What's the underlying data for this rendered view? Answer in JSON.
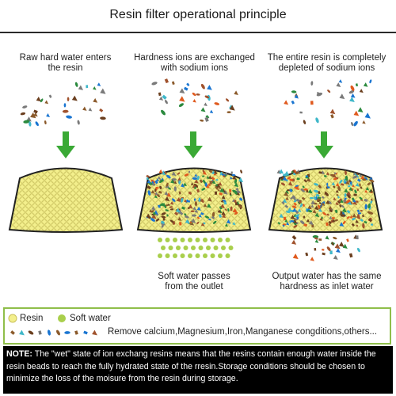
{
  "title": "Resin filter operational principle",
  "panels": [
    {
      "caption_top": [
        "Raw hard water enters",
        "the resin"
      ],
      "caption_bottom": []
    },
    {
      "caption_top": [
        "Hardness ions are exchanged",
        "with sodium ions"
      ],
      "caption_bottom": [
        "Soft water passes",
        "from the outlet"
      ]
    },
    {
      "caption_top": [
        "The entire resin is completely",
        "depleted of sodium ions"
      ],
      "caption_bottom": [
        "Output water has the same",
        "hardness as inlet water"
      ]
    }
  ],
  "legend": {
    "resin_label": "Resin",
    "soft_water_label": "Soft water",
    "ions_label": "Remove calcium,Magnesium,Iron,Manganese congditions,others..."
  },
  "note": {
    "prefix": "NOTE:",
    "text": " The \"wet\" state of ion exchang resins means that the resins contain enough water inside the resin beads to reach the fully hydrated state of the rresin.Storage conditions should be chosen to minimize the loss of the moisure from the resin during storage."
  },
  "colors": {
    "resin_fill": "#f3ef8c",
    "resin_outline": "#222222",
    "soft_water": "#a9cf4c",
    "arrow": "#3aa935",
    "legend_border": "#8fbe4a",
    "ion_colors": [
      "#2b8a3e",
      "#1a75d1",
      "#8b5a2b",
      "#7a7a7a",
      "#e05a1e",
      "#6b3f1f",
      "#3fb7c9",
      "#a0522d"
    ]
  }
}
